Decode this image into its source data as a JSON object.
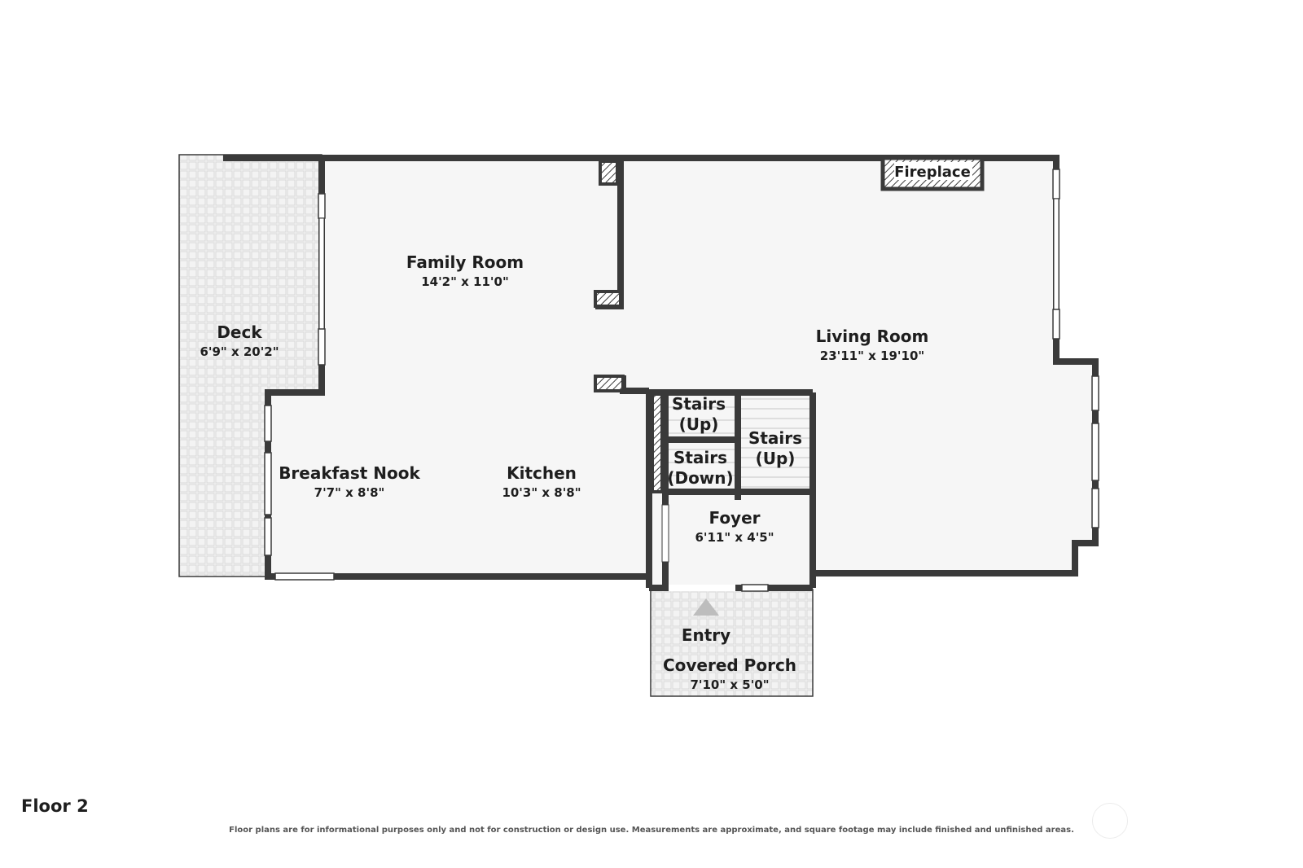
{
  "floor_label": "Floor 2",
  "disclaimer": "Floor plans are for informational purposes only and not for construction or design use. Measurements are approximate, and square footage may include finished and unfinished areas.",
  "rooms": {
    "deck": {
      "name": "Deck",
      "dims": "6'9\" x 20'2\""
    },
    "family": {
      "name": "Family Room",
      "dims": "14'2\" x 11'0\""
    },
    "living": {
      "name": "Living Room",
      "dims": "23'11\" x 19'10\""
    },
    "nook": {
      "name": "Breakfast Nook",
      "dims": "7'7\" x 8'8\""
    },
    "kitchen": {
      "name": "Kitchen",
      "dims": "10'3\" x 8'8\""
    },
    "foyer": {
      "name": "Foyer",
      "dims": "6'11\" x 4'5\""
    },
    "porch": {
      "name": "Covered Porch",
      "dims": "7'10\" x 5'0\""
    },
    "fireplace": {
      "name": "Fireplace"
    },
    "entry": {
      "name": "Entry"
    },
    "stairs_up_1": {
      "line1": "Stairs",
      "line2": "(Up)"
    },
    "stairs_down": {
      "line1": "Stairs",
      "line2": "(Down)"
    },
    "stairs_up_2": {
      "line1": "Stairs",
      "line2": "(Up)"
    }
  },
  "colors": {
    "wall": "#3a3a3a",
    "floor": "#f6f6f6",
    "deck": "#f2f2f2",
    "tile_line": "#dcdcdc"
  }
}
